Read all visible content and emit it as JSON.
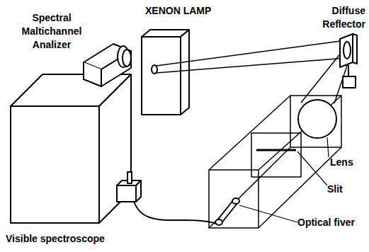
{
  "diagram": {
    "labels": [
      "XENON LAMP",
      "Diffuse Reflector",
      "Spectral Maltichannel Analizer",
      "Lens",
      "Slit",
      "Optical fiver",
      "Visible spectroscope"
    ]
  }
}
